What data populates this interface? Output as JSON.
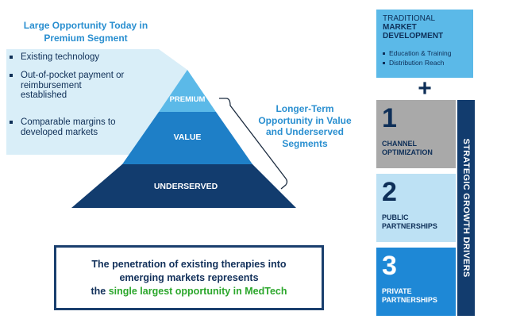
{
  "left_title": [
    "Large Opportunity Today in",
    "Premium Segment"
  ],
  "bullets": [
    {
      "label": "Existing technology"
    },
    {
      "label": "Out-of-pocket payment or reimbursement established"
    },
    {
      "label": "Comparable margins to developed markets"
    }
  ],
  "pyramid": {
    "premium": "PREMIUM",
    "value": "VALUE",
    "underserved": "UNDERSERVED"
  },
  "long_term": [
    "Longer-Term",
    "Opportunity in Value",
    "and Underserved",
    "Segments"
  ],
  "penetration": {
    "line1": "The penetration of existing therapies into",
    "line2": "emerging markets represents",
    "line3_prefix": "the ",
    "line3_highlight": "single largest opportunity in MedTech"
  },
  "traditional": {
    "title1": "TRADITIONAL",
    "title2": "MARKET DEVELOPMENT",
    "items": [
      "Education & Training",
      "Distribution Reach"
    ]
  },
  "plus_sign": "+",
  "drivers": [
    {
      "number": "1",
      "label": "CHANNEL OPTIMIZATION"
    },
    {
      "number": "2",
      "label": "PUBLIC PARTNERSHIPS"
    },
    {
      "number": "3",
      "label": "PRIVATE PARTNERSHIPS"
    }
  ],
  "drivers_label": "STRATEGIC GROWTH DRIVERS",
  "colors": {
    "accent_blue": "#2a8fd0",
    "navy": "#123c6e",
    "highlight_green": "#2ca72c",
    "premium": "#5bb9e8",
    "value": "#1e7fc7",
    "underserved": "#123c6e",
    "panel": "#d9eef8"
  }
}
